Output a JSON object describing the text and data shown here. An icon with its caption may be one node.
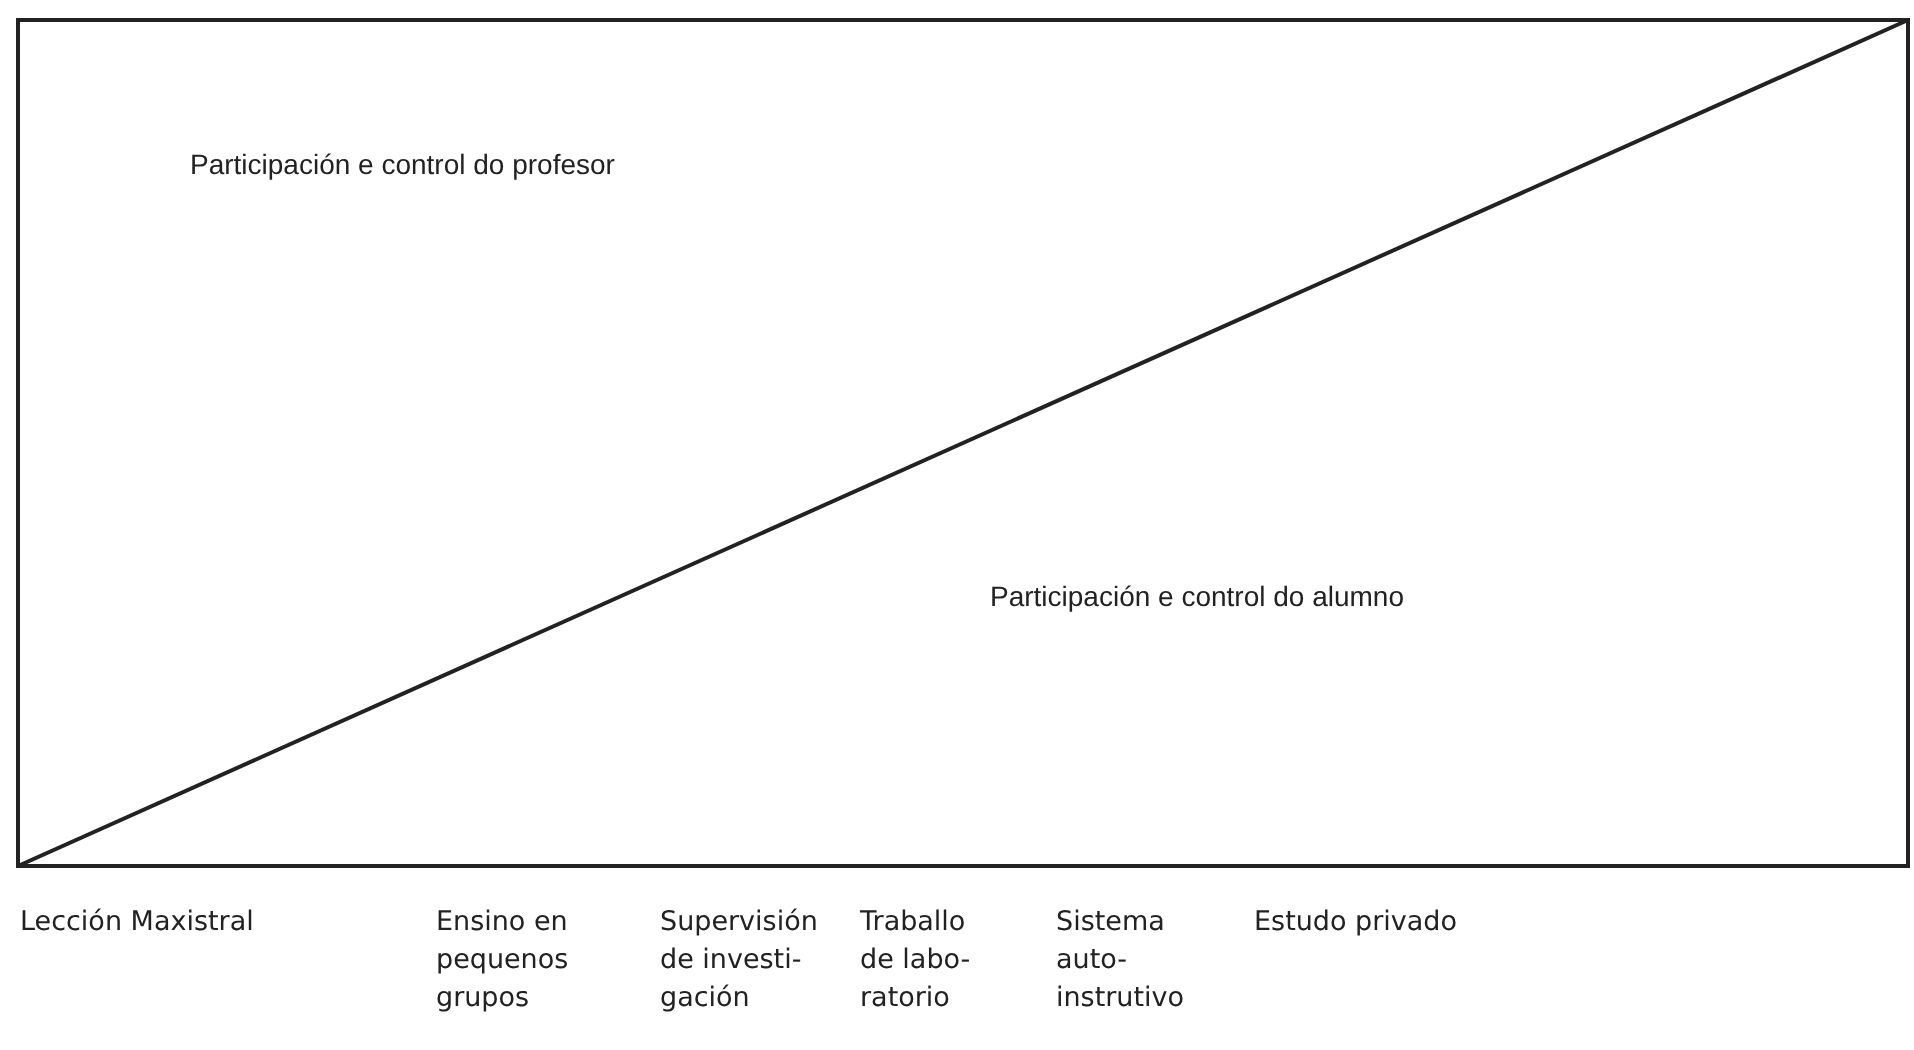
{
  "diagram": {
    "labels": [
      "Participación e control do profesor",
      "Participación e control do alumno",
      "Lección Maxistral",
      "Ensino en pequenos grupos",
      "Supervisión de investi- gación",
      "Traballo de labo- ratorio",
      "Sistema auto- instrutivo",
      "Estudo privado"
    ]
  }
}
